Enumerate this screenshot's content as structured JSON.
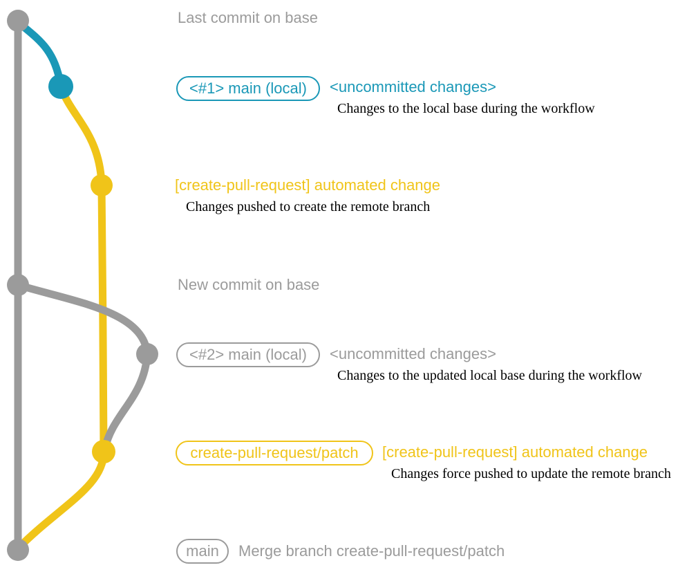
{
  "palette": {
    "gray": "#9b9b9b",
    "blue": "#1a98b7",
    "yellow": "#f0c419",
    "caption": "#000000"
  },
  "graph": {
    "base_branch_color": "gray",
    "local_main_color_1": "blue",
    "local_main_color_2": "gray",
    "remote_branch_color": "yellow",
    "commit_count": 7
  },
  "milestones": {
    "last_commit": "Last commit on base",
    "new_commit": "New commit on base"
  },
  "rows": [
    {
      "badge": "<#1> main (local)",
      "title": "<uncommitted changes>",
      "caption": "Changes to the local base during the workflow"
    },
    {
      "title": "[create-pull-request] automated change",
      "caption": "Changes pushed to create the remote branch"
    },
    {
      "badge": "<#2> main (local)",
      "title": "<uncommitted changes>",
      "caption": "Changes to the updated local base during the workflow"
    },
    {
      "badge": "create-pull-request/patch",
      "title": "[create-pull-request] automated change",
      "caption": "Changes force pushed to update the remote branch"
    },
    {
      "badge": "main",
      "title": "Merge branch create-pull-request/patch"
    }
  ]
}
